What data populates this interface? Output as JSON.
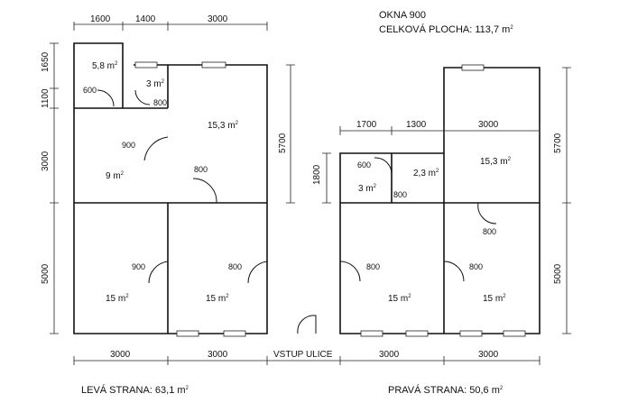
{
  "header": {
    "windows": "OKNA  900",
    "total_area": "CELKOVÁ PLOCHA: 113,7 m",
    "sq": "2"
  },
  "footer": {
    "left_wing": "LEVÁ  STRANA: 63,1 m",
    "right_wing": "PRAVÁ  STRANA: 50,6 m",
    "entrance": "VSTUP ULICE"
  },
  "dims": {
    "left_top": [
      "1600",
      "1400",
      "3000"
    ],
    "left_side": [
      "1650",
      "1100",
      "3000",
      "5000"
    ],
    "mid_side": [
      "5700"
    ],
    "right_top": [
      "1700",
      "1300",
      "3000"
    ],
    "right_inner_side": [
      "1800"
    ],
    "right_side": [
      "5700",
      "5000"
    ],
    "bottom": [
      "3000",
      "3000",
      "3000",
      "3000"
    ]
  },
  "doors": {
    "d600_l": "600",
    "d800_l": "800",
    "d900_a": "900",
    "d800_b": "800",
    "d900_c": "900",
    "d800_c": "800",
    "d600_r": "600",
    "d800_r_small": "800",
    "d800_r_a": "800",
    "d800_r_b": "800",
    "d800_r_c": "800"
  },
  "rooms": {
    "l_wc": "5,8 m",
    "l_bath": "3 m",
    "l_big": "15,3 m",
    "l_hall": "9 m",
    "l_bl": "15 m",
    "l_br": "15 m",
    "r_small1": "3 m",
    "r_small2": "2,3 m",
    "r_big": "15,3 m",
    "r_bl": "15 m",
    "r_br": "15 m"
  }
}
